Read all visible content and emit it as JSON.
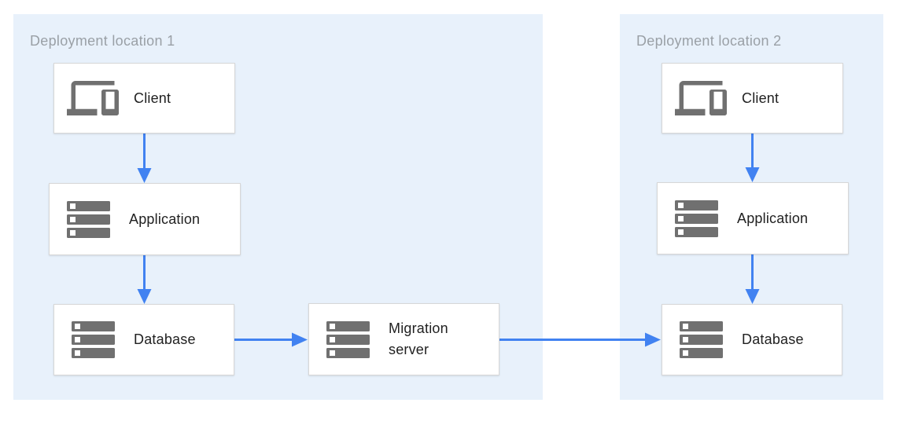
{
  "diagram": {
    "type": "architecture-flow",
    "colors": {
      "region_background": "#e8f1fb",
      "arrow_blue": "#4182f1",
      "icon_gray": "#707070",
      "node_background": "#ffffff",
      "node_border": "#d7d7d7",
      "region_label_text": "#9aa0a6",
      "node_label_text": "#212121"
    },
    "regions": [
      {
        "label": "Deployment location 1",
        "nodes": [
          {
            "id": "client-1",
            "label": "Client",
            "icon": "client-devices-icon"
          },
          {
            "id": "application-1",
            "label": "Application",
            "icon": "server-stack-icon"
          },
          {
            "id": "database-1",
            "label": "Database",
            "icon": "server-stack-icon"
          },
          {
            "id": "migration-server",
            "label": "Migration server",
            "icon": "server-stack-icon"
          }
        ]
      },
      {
        "label": "Deployment location 2",
        "nodes": [
          {
            "id": "client-2",
            "label": "Client",
            "icon": "client-devices-icon"
          },
          {
            "id": "application-2",
            "label": "Application",
            "icon": "server-stack-icon"
          },
          {
            "id": "database-2",
            "label": "Database",
            "icon": "server-stack-icon"
          }
        ]
      }
    ],
    "connections": [
      {
        "from": "client-1",
        "to": "application-1"
      },
      {
        "from": "application-1",
        "to": "database-1"
      },
      {
        "from": "database-1",
        "to": "migration-server"
      },
      {
        "from": "migration-server",
        "to": "database-2"
      },
      {
        "from": "client-2",
        "to": "application-2"
      },
      {
        "from": "application-2",
        "to": "database-2"
      }
    ]
  }
}
